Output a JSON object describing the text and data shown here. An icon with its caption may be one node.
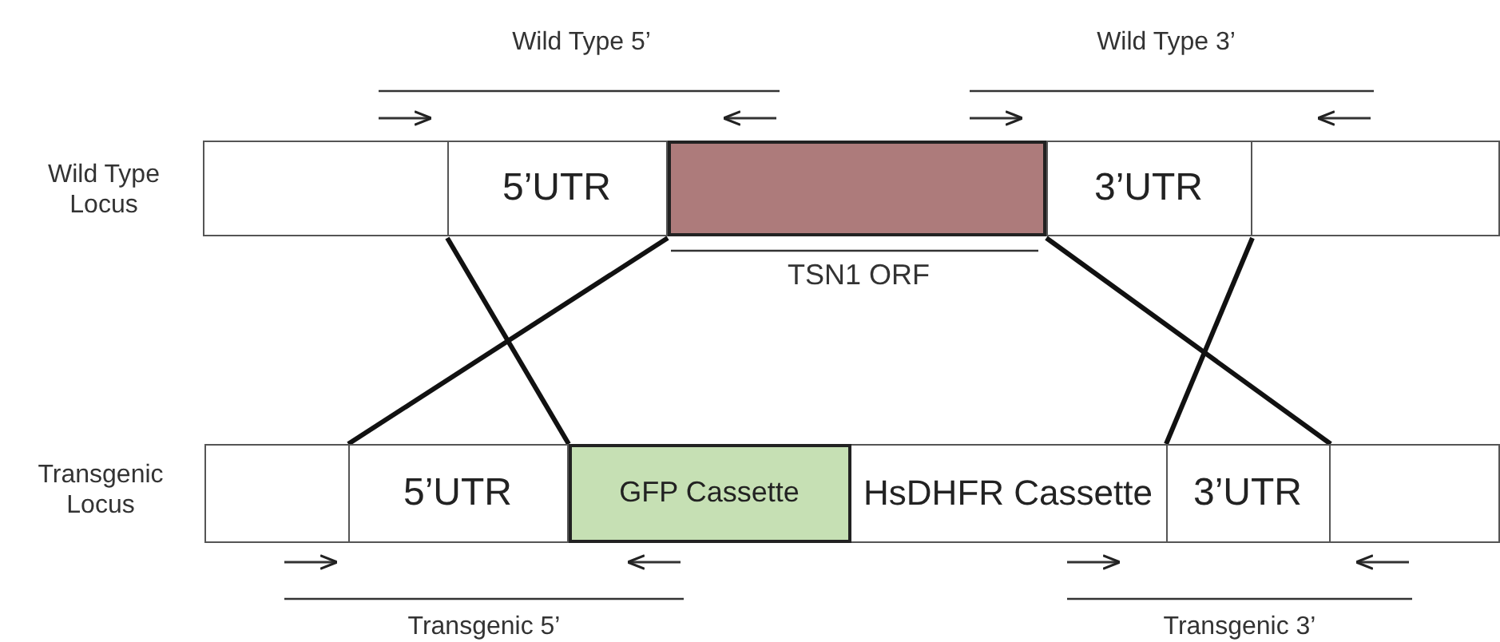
{
  "diagram": {
    "nodes": [
      {
        "text": [],
        "shape": "bar",
        "beside": [
          "Wild Type Locus"
        ]
      },
      {
        "text": [
          "5’UTR"
        ],
        "in": 0
      },
      {
        "text": [],
        "shape": "box",
        "in": 0,
        "beside": [
          "TSN1 ORF"
        ]
      },
      {
        "text": [
          "3’UTR"
        ],
        "in": 0
      },
      {
        "text": [],
        "shape": "bar",
        "beside": [
          "Transgenic Locus"
        ]
      },
      {
        "text": [
          "5’UTR"
        ],
        "in": 4
      },
      {
        "text": [
          "GFP Cassette"
        ],
        "in": 4
      },
      {
        "text": [
          "HsDHFR Cassette"
        ],
        "in": 4
      },
      {
        "text": [
          "3’UTR"
        ],
        "in": 4
      }
    ],
    "edges": [
      {
        "from": 1,
        "to": 5,
        "arrow": "none"
      },
      {
        "from": 1,
        "to": 5,
        "arrow": "none"
      },
      {
        "from": 3,
        "to": 8,
        "arrow": "none"
      },
      {
        "from": 3,
        "to": 8,
        "arrow": "none"
      }
    ],
    "labels": [
      "Wild Type 5’",
      "Wild Type 3’",
      "Transgenic 5’",
      "Transgenic 3’"
    ]
  }
}
